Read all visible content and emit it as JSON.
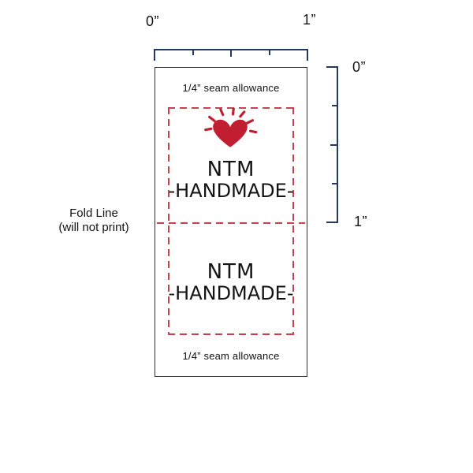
{
  "rulers": {
    "color": "#24395f",
    "top": {
      "zero_label": "0”",
      "one_label": "1”"
    },
    "right": {
      "zero_label": "0”",
      "one_label": "1”"
    }
  },
  "label_template": {
    "seam_allowance_top": "1/4” seam allowance",
    "seam_allowance_bottom": "1/4” seam allowance",
    "front": {
      "line1": "NTM",
      "line2": "-HANDMADE-"
    },
    "back": {
      "line1": "NTM",
      "line2": "-HANDMADE-"
    },
    "fold_note_line1": "Fold Line",
    "fold_note_line2": "(will not print)",
    "colors": {
      "dash": "#c5434e",
      "heart": "#c11f31",
      "outline": "#2e2e2e"
    }
  }
}
